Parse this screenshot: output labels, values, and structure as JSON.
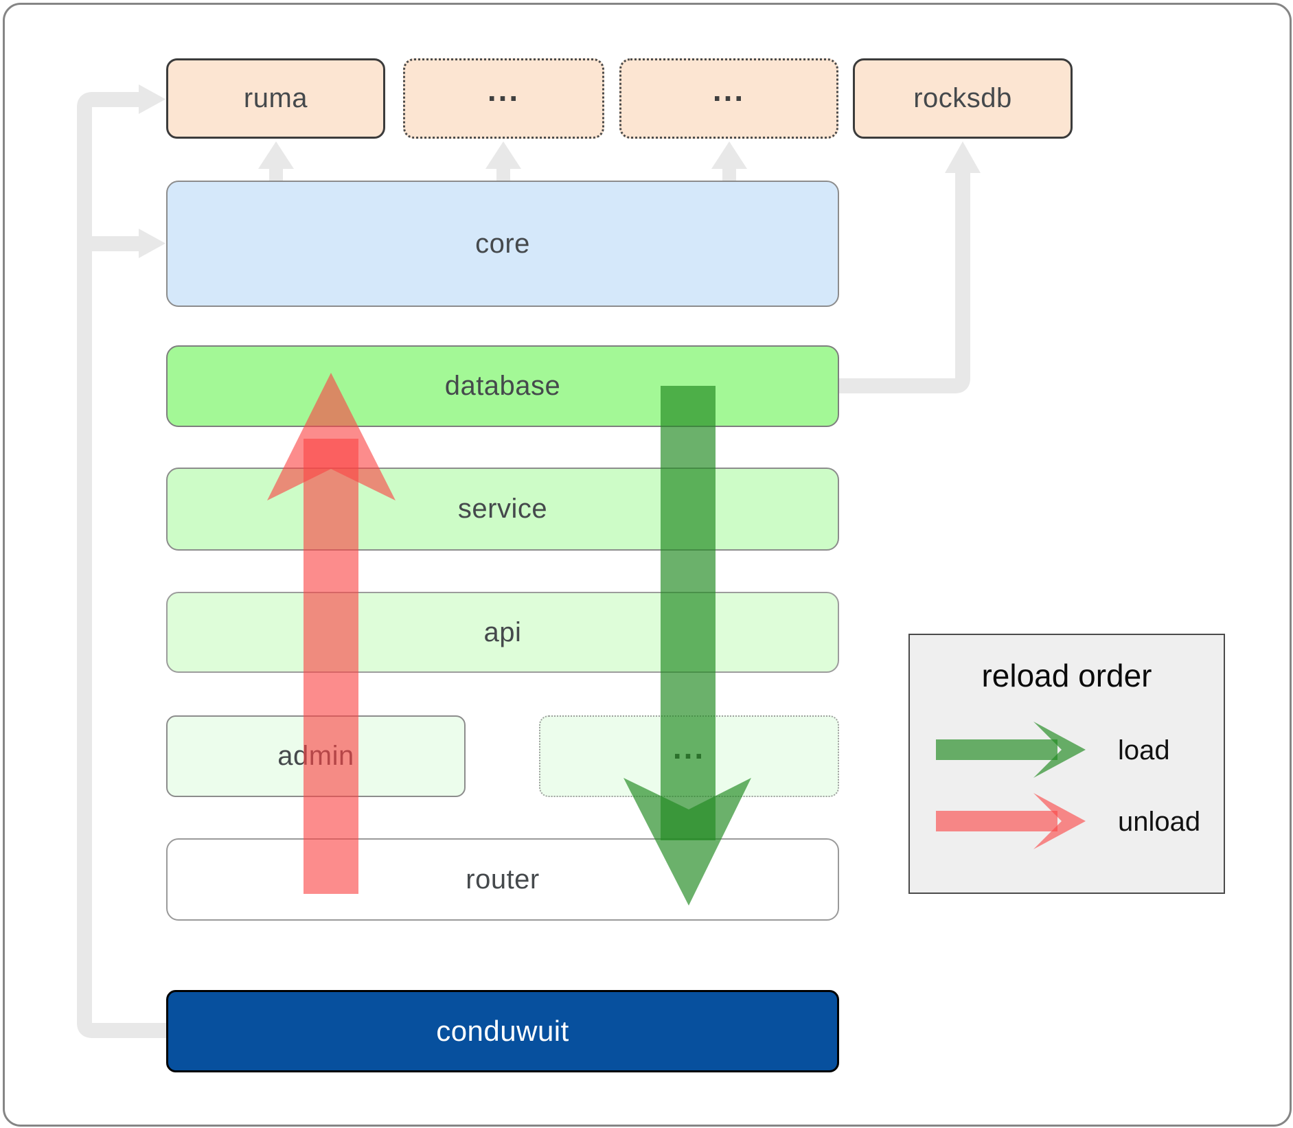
{
  "diagram": {
    "nodes": {
      "ruma": "ruma",
      "dots_top_1": "...",
      "dots_top_2": "...",
      "rocksdb": "rocksdb",
      "core": "core",
      "database": "database",
      "service": "service",
      "api": "api",
      "admin": "admin",
      "dots_admin": "...",
      "router": "router",
      "conduwuit": "conduwuit"
    },
    "legend": {
      "title": "reload order",
      "load_label": "load",
      "unload_label": "unload"
    },
    "colors": {
      "load_arrow": "rgba(34,139,34,0.67)",
      "unload_arrow": "rgba(250,70,70,0.62)",
      "connector": "#e8e8e8",
      "node_peach": "#fce5d2",
      "node_blue": "#d5e8fa",
      "node_green_bright": "#a3f896",
      "node_green_mid": "#cdfcc7",
      "node_green_light": "#defdd9",
      "node_green_pale": "#ecfdec",
      "node_white": "#ffffff",
      "node_navy": "#07509e",
      "legend_bg": "#efefef"
    }
  }
}
